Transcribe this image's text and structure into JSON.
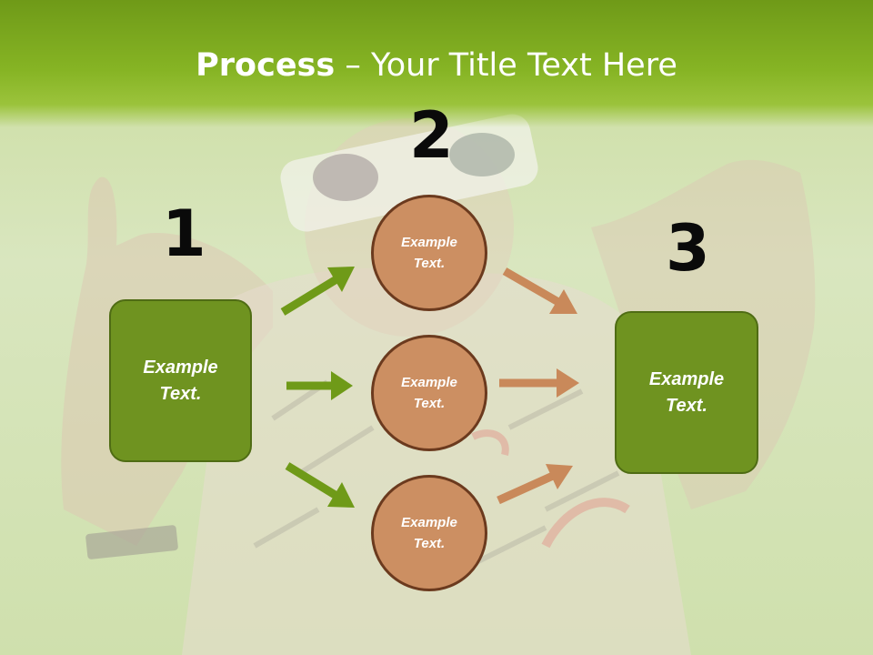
{
  "title": {
    "bold": "Process",
    "rest": " – Your Title Text Here"
  },
  "numbers": {
    "one": "1",
    "two": "2",
    "three": "3"
  },
  "left_box": {
    "line1": "Example",
    "line2": "Text."
  },
  "circles": [
    {
      "line1": "Example",
      "line2": "Text."
    },
    {
      "line1": "Example",
      "line2": "Text."
    },
    {
      "line1": "Example",
      "line2": "Text."
    }
  ],
  "right_box": {
    "line1": "Example",
    "line2": "Text."
  },
  "colors": {
    "title_bar": "#7aa61e",
    "box_fill": "#6f9320",
    "circle_fill": "#cc8f62",
    "green_arrow": "#6f9a18",
    "orange_arrow": "#c9895a"
  }
}
